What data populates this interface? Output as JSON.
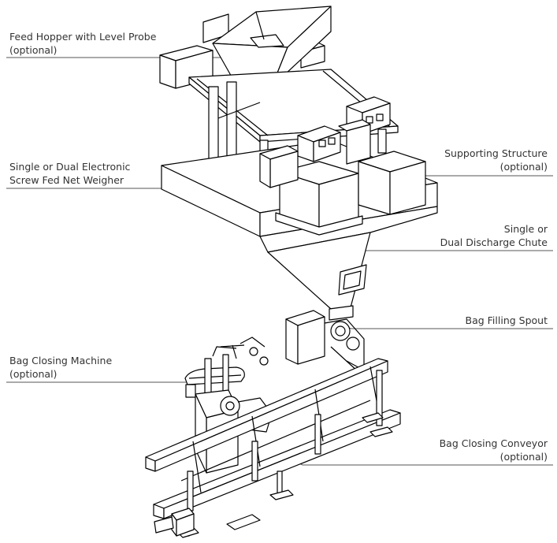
{
  "labels": {
    "feed_hopper": {
      "line1": "Feed Hopper with Level Probe",
      "line2": "(optional)"
    },
    "net_weigher": {
      "line1": "Single or Dual Electronic",
      "line2": "Screw Fed Net Weigher"
    },
    "supporting_structure": {
      "line1": "Supporting Structure",
      "line2": "(optional)"
    },
    "discharge_chute": {
      "line1": "Single or",
      "line2": "Dual Discharge Chute"
    },
    "filling_spout": {
      "line1": "Bag Filling Spout"
    },
    "closing_machine": {
      "line1": "Bag Closing Machine",
      "line2": "(optional)"
    },
    "closing_conveyor": {
      "line1": "Bag Closing Conveyor",
      "line2": "(optional)"
    }
  },
  "colors": {
    "text": "#333333",
    "line": "#000000",
    "leader": "#555555",
    "background": "#ffffff"
  }
}
